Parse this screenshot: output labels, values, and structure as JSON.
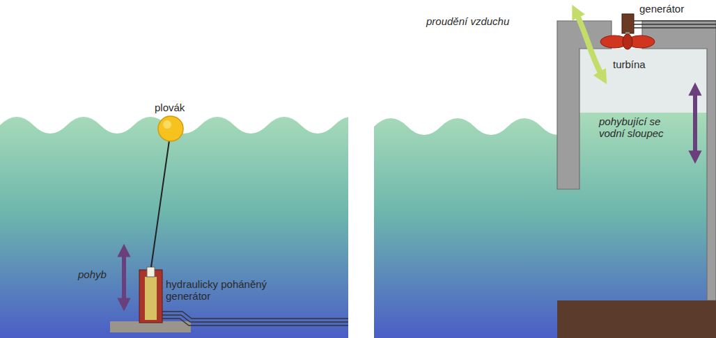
{
  "diagram": {
    "labels": [
      "plovák",
      "pohyb",
      "hydraulicky poháněný generátor",
      "proudění vzduchu",
      "generátor",
      "turbína",
      "pohybující se vodní sloupec"
    ]
  }
}
